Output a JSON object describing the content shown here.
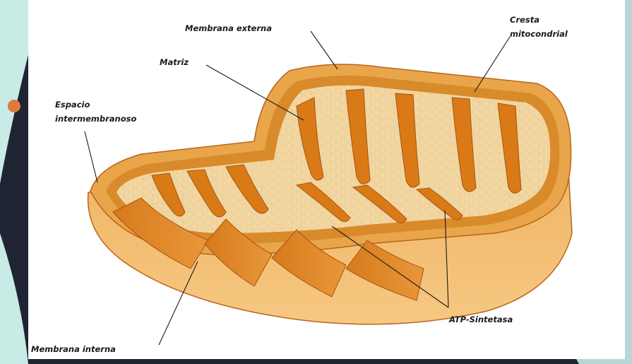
{
  "diagram": {
    "labels": {
      "outer_membrane": "Membrana externa",
      "crista_line1": "Cresta",
      "crista_line2": "mitocondrial",
      "matrix": "Matriz",
      "intermembrane_line1": "Espacio",
      "intermembrane_line2": "intermembranoso",
      "atp_synthase": "ATP-Sintetasa",
      "inner_membrane": "Membrana interna"
    },
    "colors": {
      "outer_dark_background": "#1f2433",
      "teal_background": "#c8ebe6",
      "card_white": "#ffffff",
      "membrane_orange": "#e9a54a",
      "membrane_dark": "#b9651a",
      "crista_orange": "#d97a16",
      "matrix_beige": "#efd3a3",
      "granule_yellow": "#f7e08a"
    }
  }
}
